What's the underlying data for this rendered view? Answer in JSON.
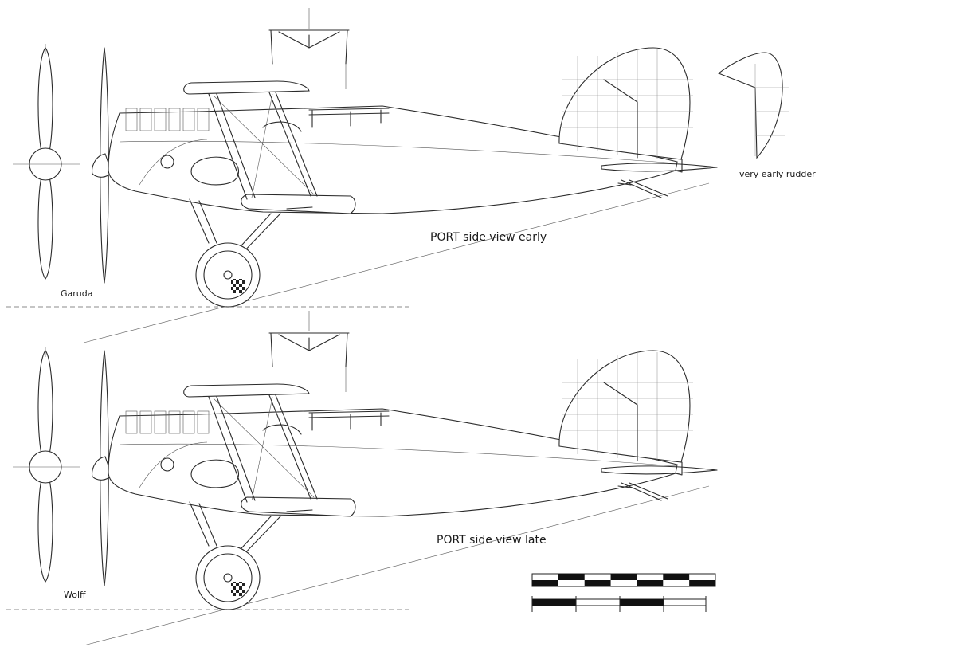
{
  "views": [
    {
      "title": "PORT side view early",
      "propeller_label": "Garuda"
    },
    {
      "title": "PORT side view late",
      "propeller_label": "Wolff"
    }
  ],
  "extra_label": "very early rudder",
  "scale_bar": {
    "segments": 7
  }
}
